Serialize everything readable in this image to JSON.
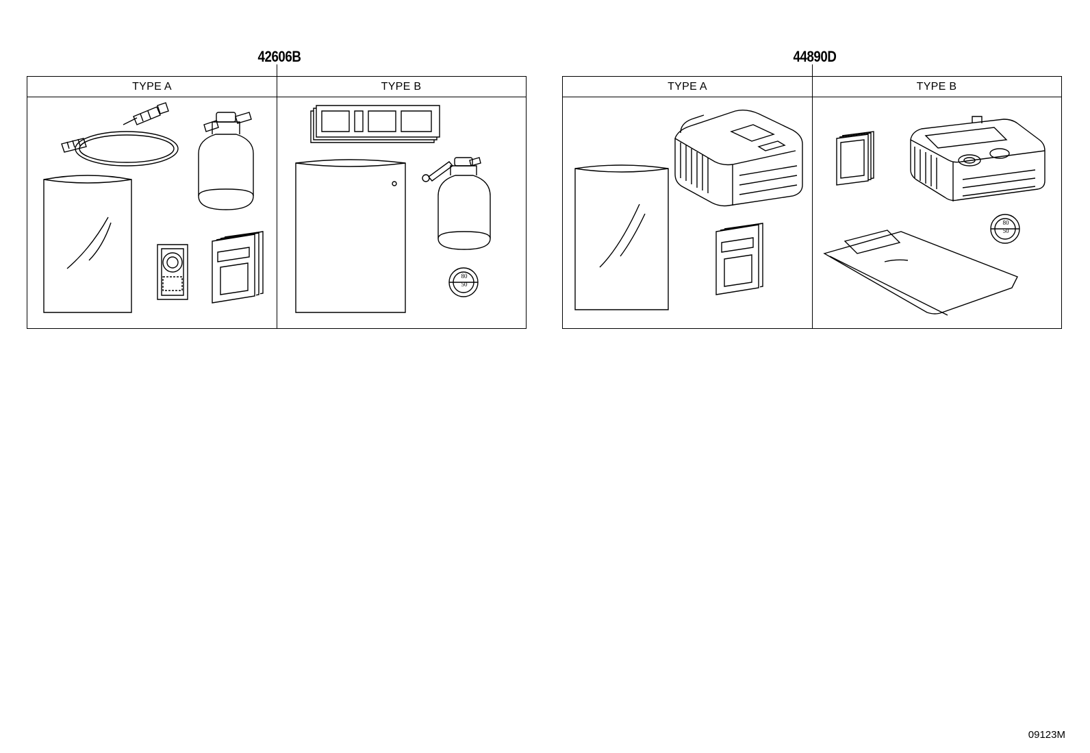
{
  "kits": [
    {
      "part_number": "42606B",
      "types": [
        {
          "label": "TYPE A",
          "items": [
            "hose-icon",
            "sealant-bottle-icon",
            "plastic-bag-icon",
            "sticker-label-icon",
            "manual-booklet-icon"
          ]
        },
        {
          "label": "TYPE B",
          "items": [
            "label-strip-icon",
            "plastic-bag-icon",
            "sealant-bottle-icon",
            "speed-sticker-icon"
          ]
        }
      ]
    },
    {
      "part_number": "44890D",
      "types": [
        {
          "label": "TYPE A",
          "items": [
            "plastic-bag-icon",
            "air-compressor-icon",
            "manual-booklet-icon"
          ]
        },
        {
          "label": "TYPE B",
          "items": [
            "card-icon",
            "air-compressor-icon",
            "speed-sticker-icon",
            "sealant-pouch-icon"
          ]
        }
      ]
    }
  ],
  "speed_sticker": {
    "top": "80",
    "bottom": "50"
  },
  "drawing_code": "09123M"
}
